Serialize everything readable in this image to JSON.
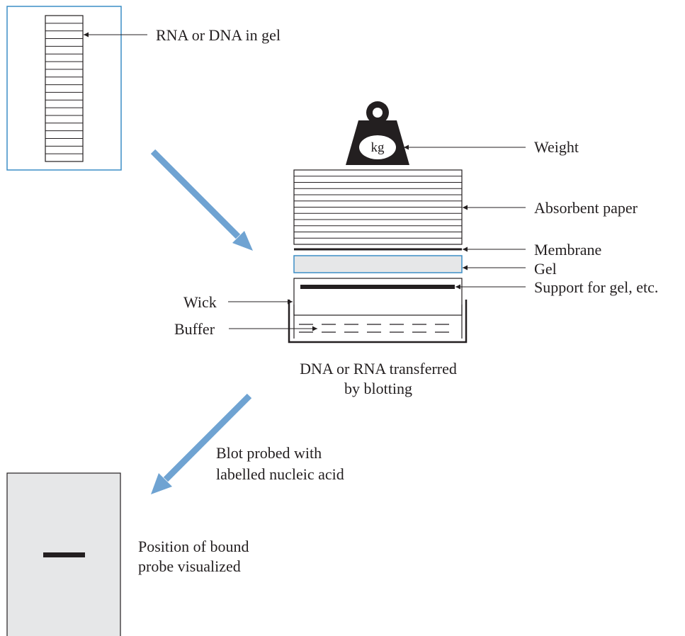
{
  "labels": {
    "rna_dna_in_gel": "RNA or DNA in gel",
    "weight": "Weight",
    "kg": "kg",
    "absorbent_paper": "Absorbent paper",
    "membrane": "Membrane",
    "gel": "Gel",
    "support": "Support for gel, etc.",
    "wick": "Wick",
    "buffer": "Buffer",
    "transfer_line1": "DNA or RNA transferred",
    "transfer_line2": "by blotting",
    "probe_line1": "Blot probed with",
    "probe_line2": "labelled nucleic acid",
    "visualized_line1": "Position of bound",
    "visualized_line2": "probe visualized"
  },
  "colors": {
    "accent_blue": "#6fa3d2",
    "frame_blue": "#3c8dc5",
    "gel_fill": "#e6e7e8",
    "ink": "#231f20"
  }
}
